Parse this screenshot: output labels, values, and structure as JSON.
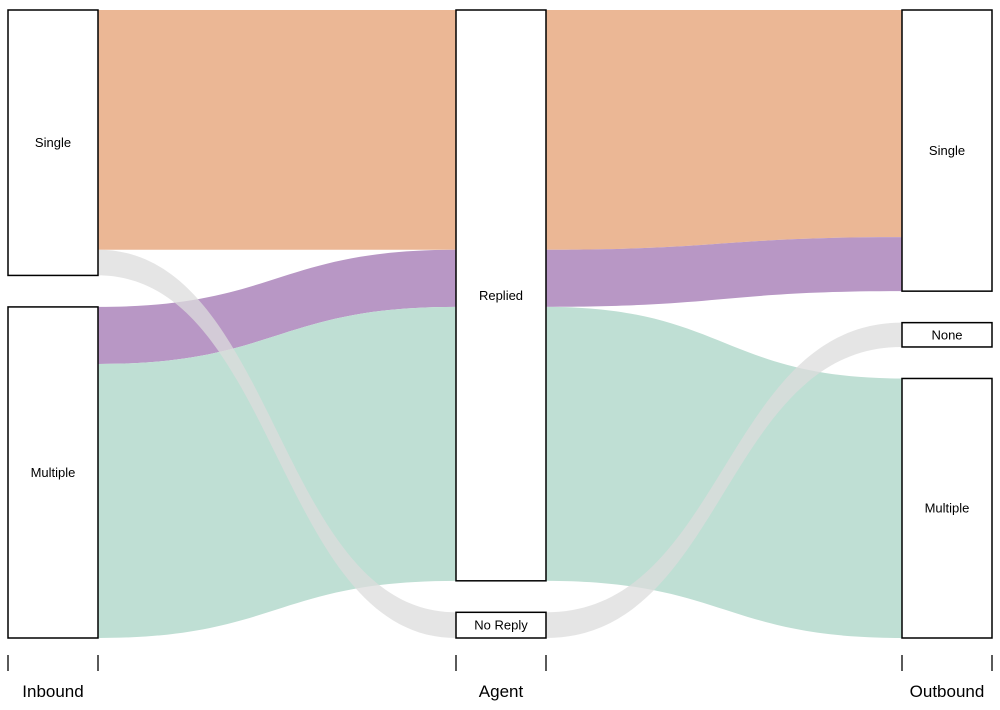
{
  "chart_data": {
    "type": "alluvial",
    "axes": [
      "Inbound",
      "Agent",
      "Outbound"
    ],
    "strata": {
      "Inbound": [
        "Single",
        "Multiple"
      ],
      "Agent": [
        "Replied",
        "No Reply"
      ],
      "Outbound": [
        "Single",
        "None",
        "Multiple"
      ]
    },
    "flows": [
      {
        "path": [
          "Single",
          "Replied",
          "Single"
        ],
        "value": 42,
        "color": "#ebb795"
      },
      {
        "path": [
          "Multiple",
          "Replied",
          "Single"
        ],
        "value": 10,
        "color": "#b897c5"
      },
      {
        "path": [
          "Multiple",
          "Replied",
          "Multiple"
        ],
        "value": 48,
        "color": "#bfdfd4"
      },
      {
        "path": [
          "Single",
          "No Reply",
          "None"
        ],
        "value": 4.5,
        "color": "#dcdcdc"
      }
    ],
    "colors": {
      "node_fill": "#ffffff",
      "node_stroke": "#000000",
      "no_reply_flow": "#dcdcdc"
    }
  }
}
